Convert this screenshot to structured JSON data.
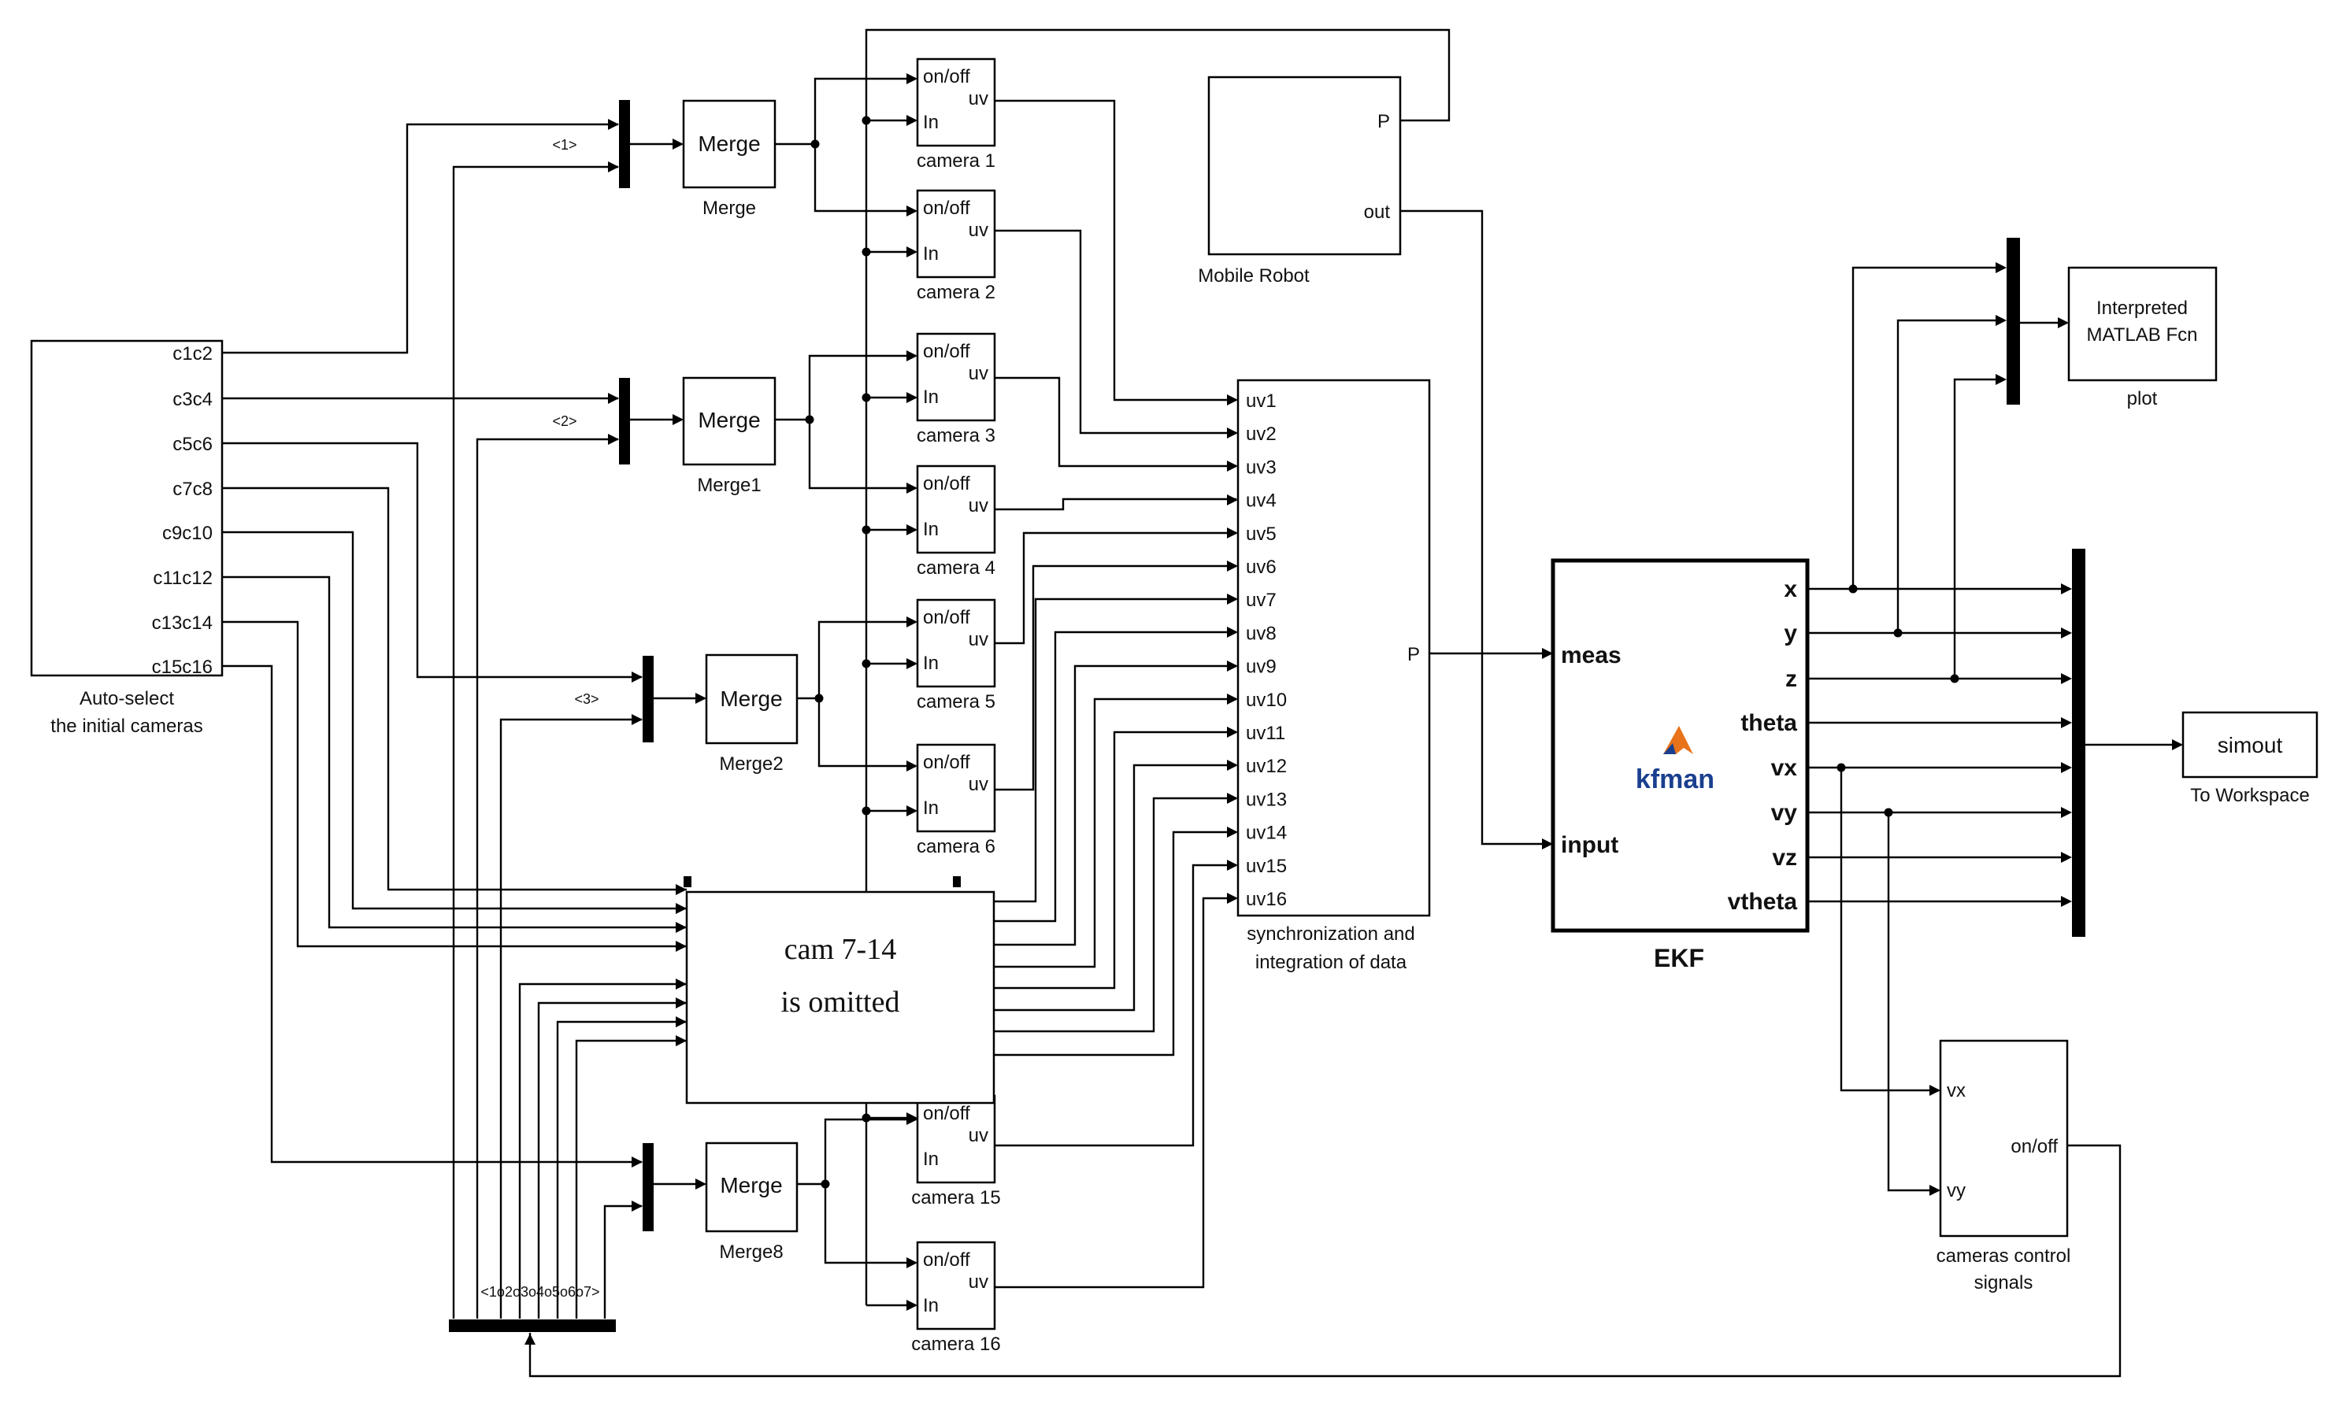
{
  "autoselect": {
    "outputs": [
      "c1c2",
      "c3c4",
      "c5c6",
      "c7c8",
      "c9c10",
      "c11c12",
      "c13c14",
      "c15c16"
    ],
    "label_line1": "Auto-select",
    "label_line2": "the initial cameras"
  },
  "mux_selectors": {
    "s1": "<1>",
    "s2": "<2>",
    "s3": "<3>",
    "bottom": "<1o2o3o4o5o6o7>"
  },
  "merges": [
    {
      "text": "Merge",
      "label": "Merge"
    },
    {
      "text": "Merge",
      "label": "Merge1"
    },
    {
      "text": "Merge",
      "label": "Merge2"
    },
    {
      "text": "Merge",
      "label": "Merge8"
    }
  ],
  "camera_ports": {
    "onoff": "on/off",
    "in": "In",
    "uv": "uv"
  },
  "cameras": [
    "camera 1",
    "camera 2",
    "camera 3",
    "camera 4",
    "camera 5",
    "camera 6",
    "camera 15",
    "camera 16"
  ],
  "omitted": {
    "line1": "cam 7-14",
    "line2": "is omitted"
  },
  "robot": {
    "port_p": "P",
    "port_out": "out",
    "label": "Mobile Robot"
  },
  "sync": {
    "inputs": [
      "uv1",
      "uv2",
      "uv3",
      "uv4",
      "uv5",
      "uv6",
      "uv7",
      "uv8",
      "uv9",
      "uv10",
      "uv11",
      "uv12",
      "uv13",
      "uv14",
      "uv15",
      "uv16"
    ],
    "output": "P",
    "label_line1": "synchronization and",
    "label_line2": "integration of data"
  },
  "ekf": {
    "in_meas": "meas",
    "in_input": "input",
    "outputs": [
      "x",
      "y",
      "z",
      "theta",
      "vx",
      "vy",
      "vz",
      "vtheta"
    ],
    "center": "kfman",
    "title": "EKF"
  },
  "plot": {
    "line1": "Interpreted",
    "line2": "MATLAB Fcn",
    "label": "plot"
  },
  "workspace": {
    "text": "simout",
    "label": "To Workspace"
  },
  "control": {
    "in_vx": "vx",
    "in_vy": "vy",
    "out": "on/off",
    "label_line1": "cameras control",
    "label_line2": "signals"
  },
  "colors": {
    "line": "#000000",
    "logo_orange": "#e8731a",
    "logo_blue": "#1a3f8f"
  }
}
